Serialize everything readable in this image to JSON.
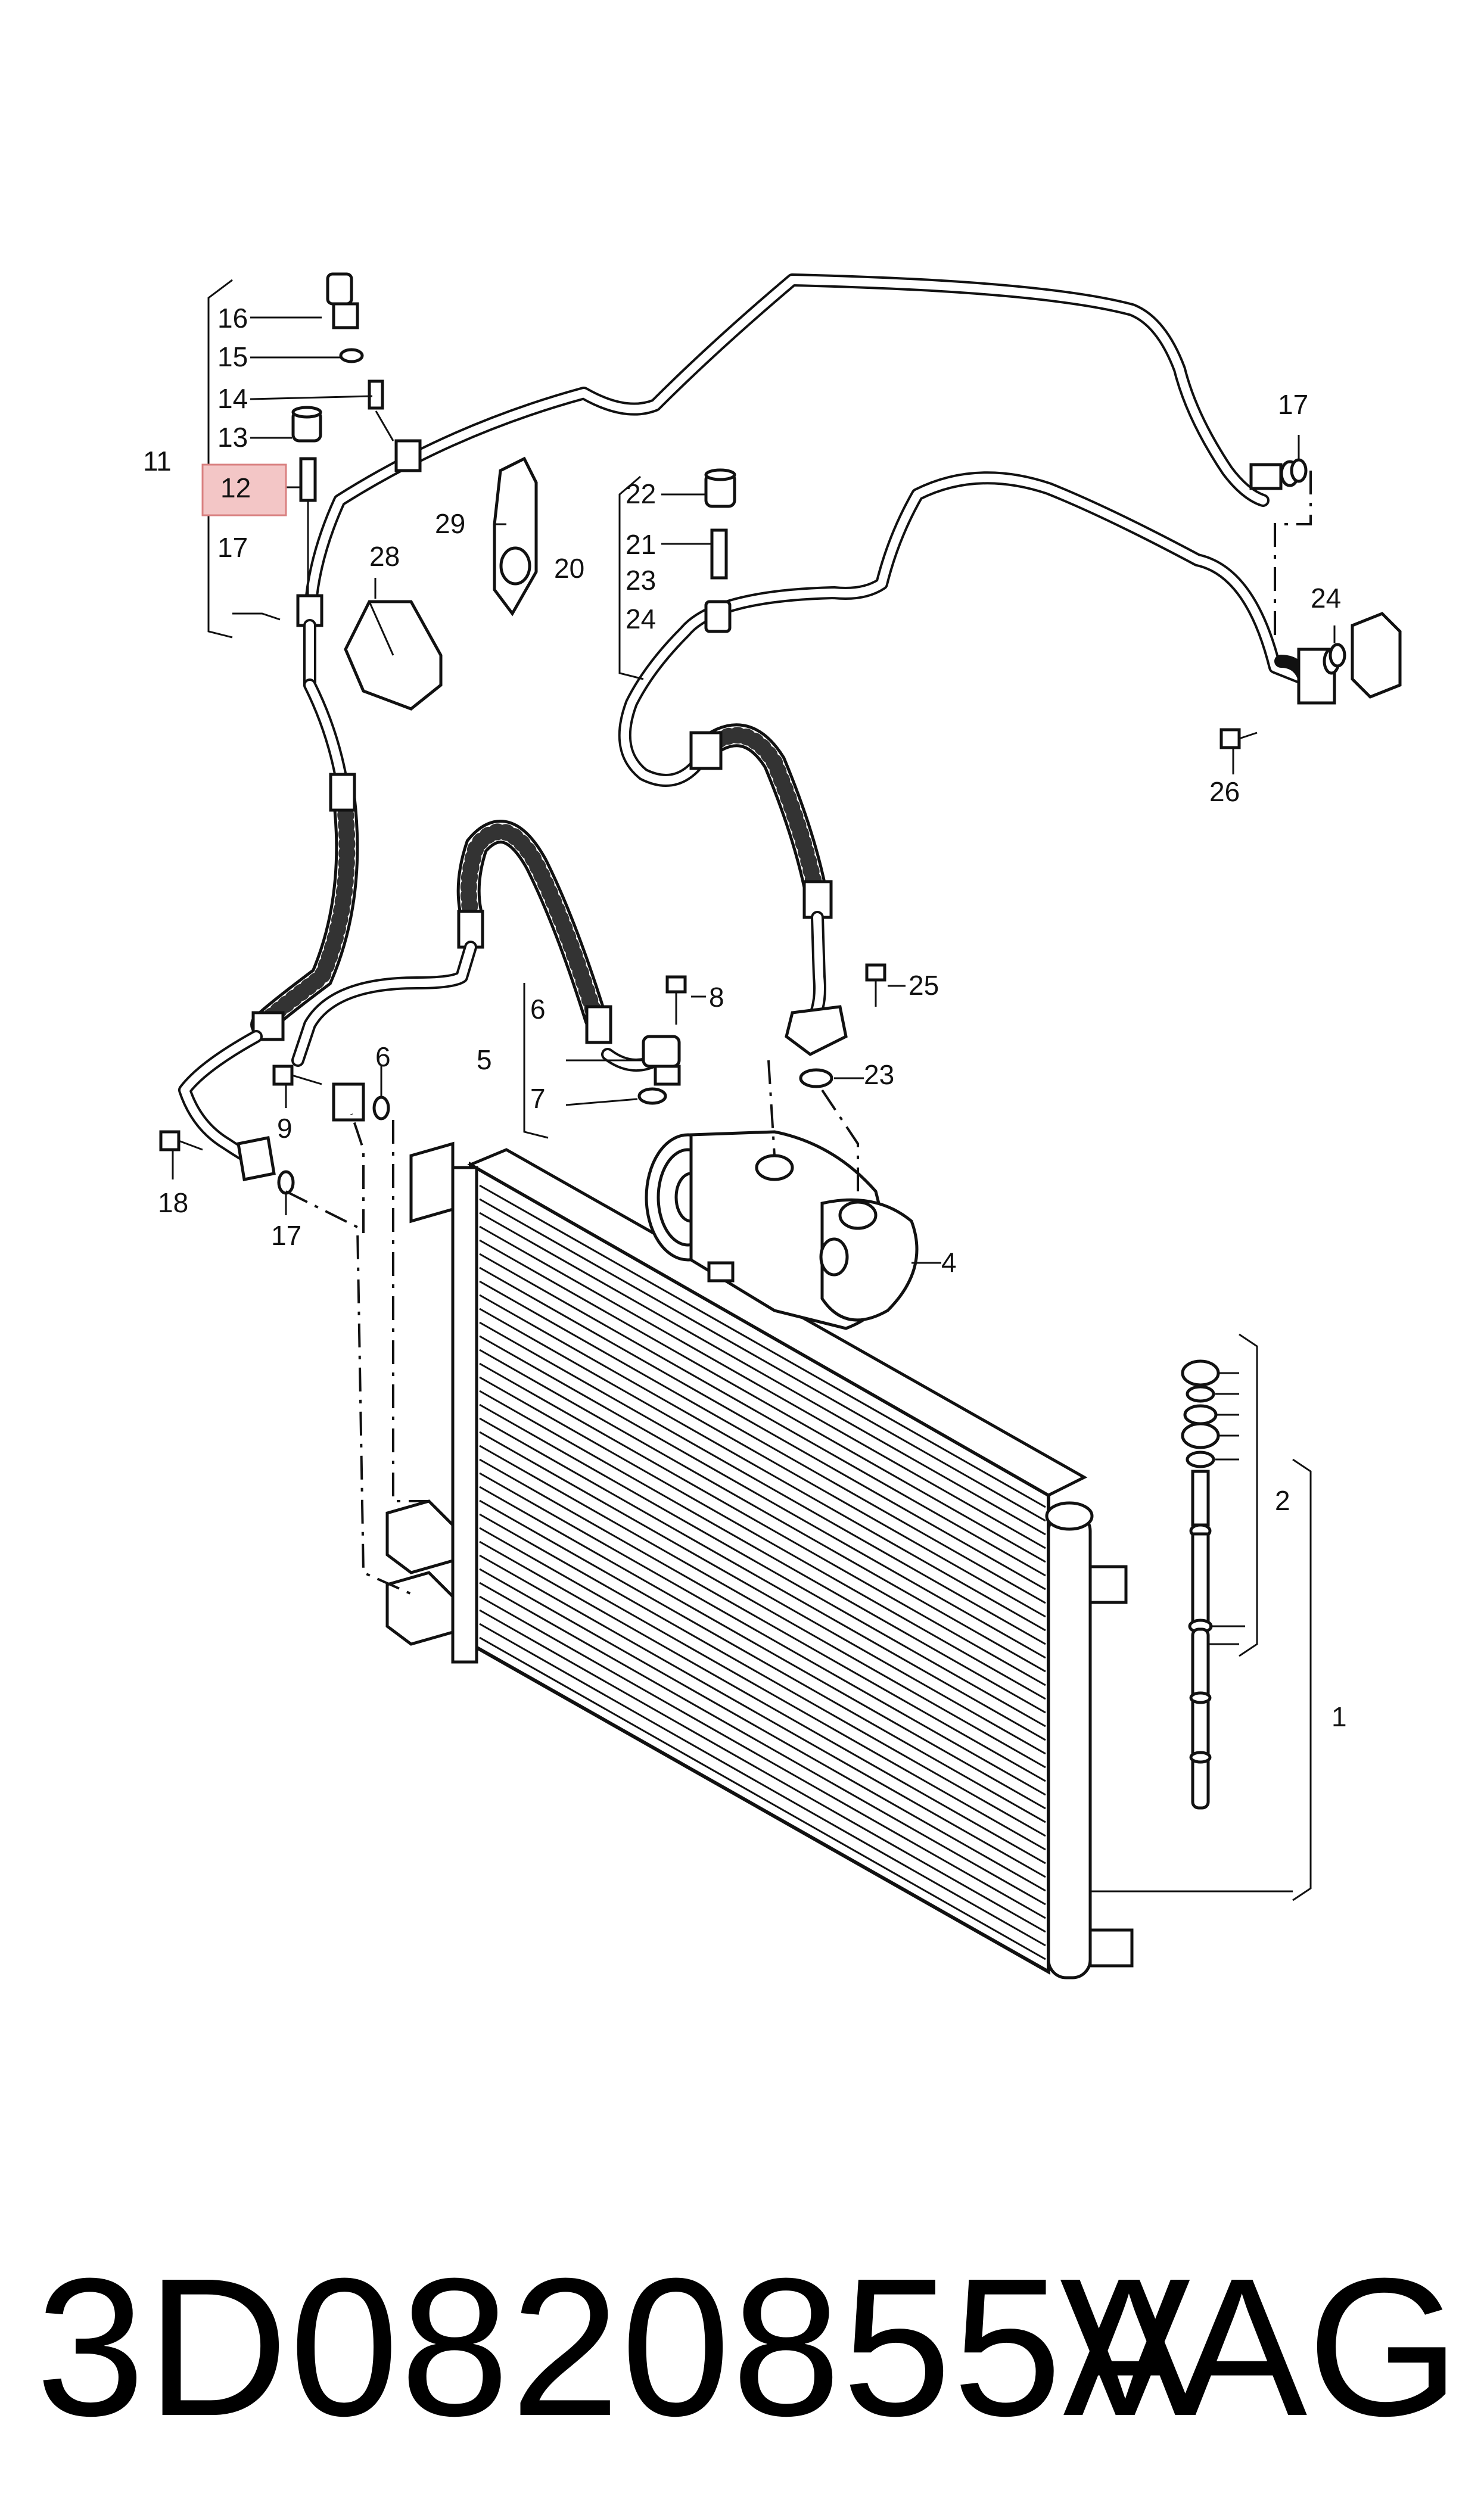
{
  "labels": {
    "l1": "1",
    "l2": "2",
    "l4": "4",
    "l5": "5",
    "l6a": "6",
    "l6b": "6",
    "l7": "7",
    "l8": "8",
    "l9": "9",
    "l11": "11",
    "l12": "12",
    "l13": "13",
    "l14": "14",
    "l15": "15",
    "l16": "16",
    "l17a": "17",
    "l17b": "17",
    "l17c": "17",
    "l18": "18",
    "l20": "20",
    "l21": "21",
    "l22": "22",
    "l23a": "23",
    "l23b": "23",
    "l24a": "24",
    "l24b": "24",
    "l25": "25",
    "l26": "26",
    "l28": "28",
    "l29": "29"
  },
  "highlight_color": "#f3c6c6",
  "highlight_border": "#d98080",
  "footer": {
    "part_number": "3D0820855A",
    "brand": "VAG"
  }
}
